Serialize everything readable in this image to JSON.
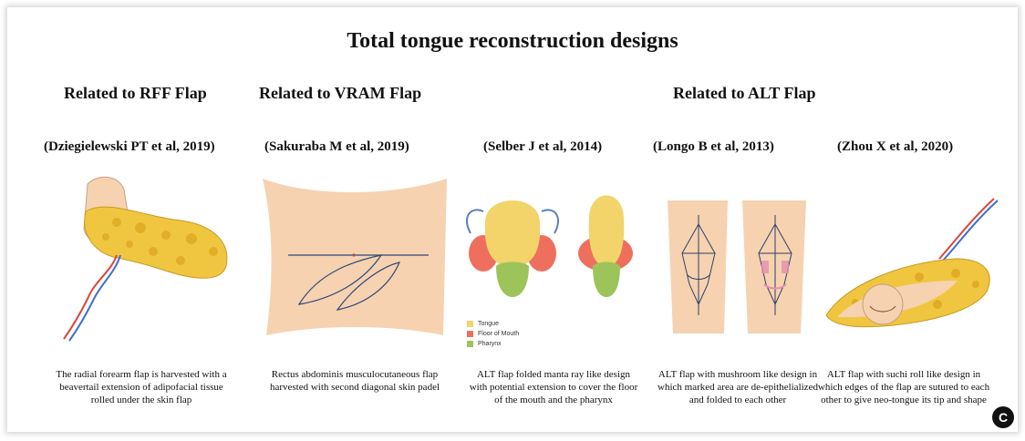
{
  "title": "Total tongue reconstruction designs",
  "groups": {
    "rff": "Related to RFF Flap",
    "vram": "Related to VRAM Flap",
    "alt": "Related to ALT Flap"
  },
  "panels": [
    {
      "citation": "(Dziegielewski PT et al, 2019)",
      "caption": "The radial forearm flap is harvested with a beavertail extension of adipofacial tissue rolled under the skin flap"
    },
    {
      "citation": "(Sakuraba M et al, 2019)",
      "caption": "Rectus abdominis musculocutaneous flap harvested with second diagonal skin padel"
    },
    {
      "citation": "(Selber J et al, 2014)",
      "caption": "ALT flap folded manta ray like design with potential extension to cover the floor of the mouth and the pharynx"
    },
    {
      "citation": "(Longo B et al, 2013)",
      "caption": "ALT flap with mushroom like design in which marked area are de-epithelialized and folded to each other"
    },
    {
      "citation": "(Zhou X et al, 2020)",
      "caption": "ALT flap with suchi roll like design in which edges of the flap are sutured to each other to give neo-tongue its tip and shape"
    }
  ],
  "legend": [
    {
      "label": "Tongue",
      "color": "#f2d46a"
    },
    {
      "label": "Floor of Mouth",
      "color": "#ef6f5e"
    },
    {
      "label": "Pharynx",
      "color": "#9cc45a"
    }
  ],
  "colors": {
    "skin": "#f6d2b0",
    "fat": "#f0c640",
    "artery": "#d9473b",
    "vein": "#3f6fd0"
  },
  "badge": "C"
}
